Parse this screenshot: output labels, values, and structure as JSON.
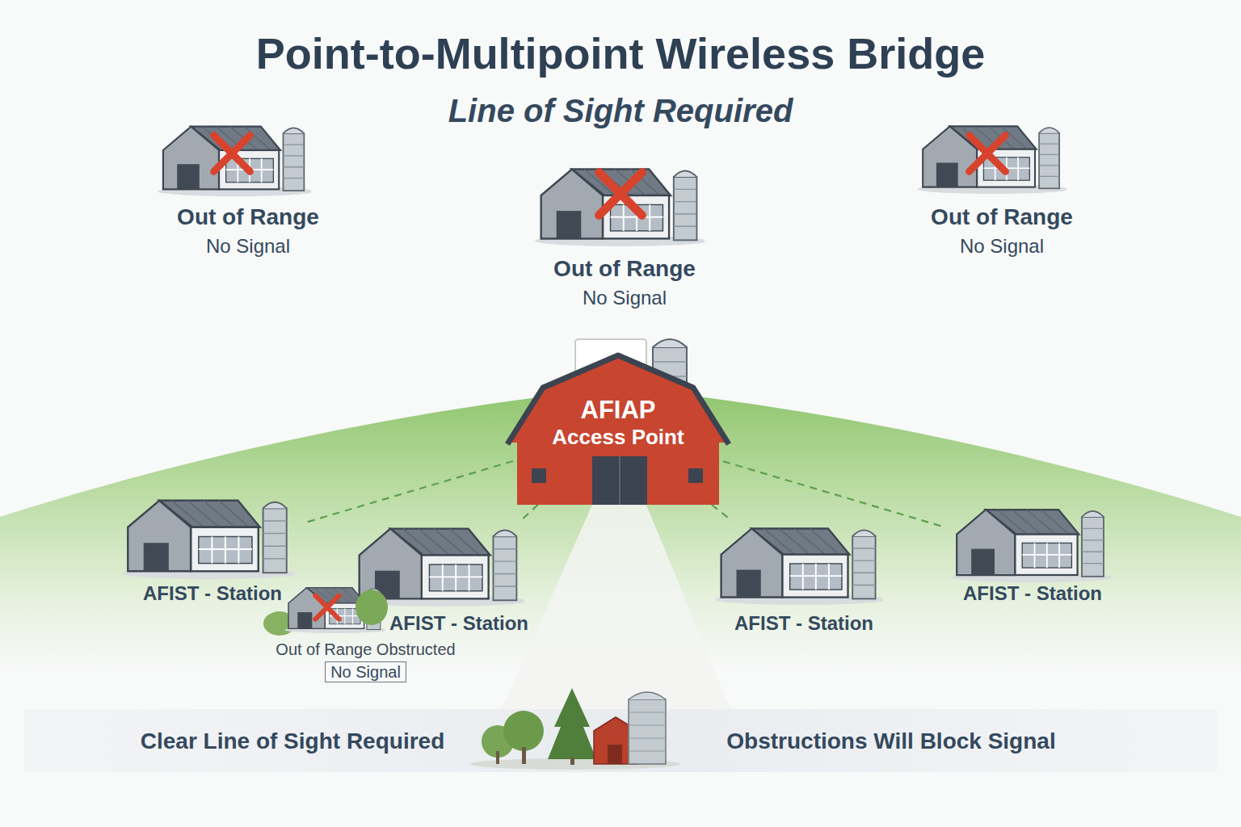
{
  "diagram": {
    "title": "Point-to-Multipoint Wireless Bridge",
    "nodes": [
      {
        "text": [
          "Out of Range",
          "No Signal"
        ]
      },
      {
        "text": [
          "Out of Range",
          "No Signal"
        ]
      },
      {
        "text": [
          "Out of Range",
          "No Signal"
        ]
      },
      {
        "text": [
          "AFIAP",
          "Access Point"
        ]
      },
      {
        "text": [
          "AFIST - Station"
        ]
      },
      {
        "text": [
          "AFIST - Station"
        ]
      },
      {
        "text": [
          "Out of Range Obstructed",
          "No Signal"
        ]
      },
      {
        "text": [
          "AFIST - Station"
        ]
      },
      {
        "text": [
          "AFIST - Station"
        ]
      }
    ],
    "edges": [
      {
        "from": 3,
        "to": 4,
        "arrow": "none"
      },
      {
        "from": 3,
        "to": 5,
        "arrow": "none"
      },
      {
        "from": 3,
        "to": 7,
        "arrow": "none"
      },
      {
        "from": 3,
        "to": 8,
        "arrow": "none"
      }
    ],
    "labels": [
      "Line of Sight Required",
      "Clear Line of Sight Required",
      "Obstructions Will Block Signal"
    ]
  }
}
